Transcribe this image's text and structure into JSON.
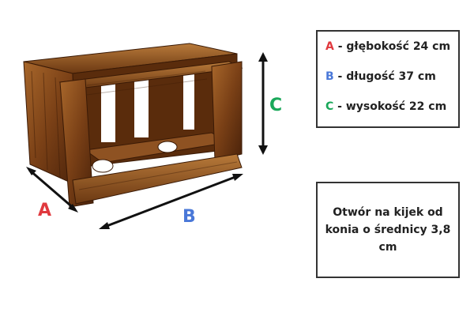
{
  "colors": {
    "a": "#e0393e",
    "b": "#4a78d8",
    "c": "#1aa85a",
    "text": "#222222",
    "border": "#333333"
  },
  "dimensions": {
    "a_letter": "A",
    "b_letter": "B",
    "c_letter": "C"
  },
  "legend": {
    "items": [
      {
        "letter": "A",
        "text": " - głębokość 24 cm",
        "color": "#e0393e"
      },
      {
        "letter": "B",
        "text": " - długość 37 cm",
        "color": "#4a78d8"
      },
      {
        "letter": "C",
        "text": " - wysokość 22 cm",
        "color": "#1aa85a"
      }
    ]
  },
  "note": {
    "text": "Otwór na kijek od konia o średnicy 3,8 cm"
  }
}
